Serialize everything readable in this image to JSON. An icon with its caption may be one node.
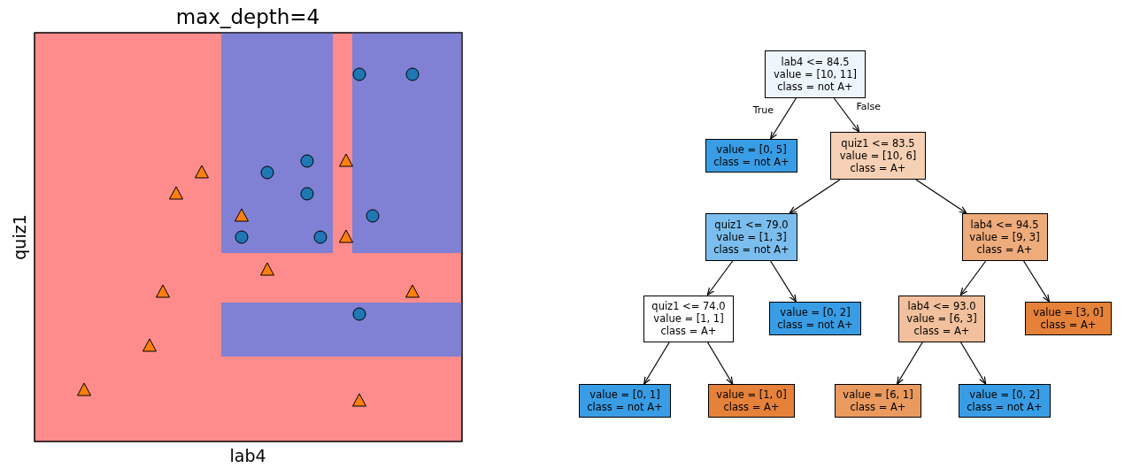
{
  "diagram": {
    "title": "max_depth=4",
    "nodes": [
      {
        "text": [
          "lab4 <= 84.5 value = [10, 11] class = not A+"
        ]
      },
      {
        "text": [
          "value = [0, 5] class = not A+"
        ]
      },
      {
        "text": [
          "quiz1 <= 83.5 value = [10, 6] class = A+"
        ]
      },
      {
        "text": [
          "quiz1 <= 79.0 value = [1, 3] class = not A+"
        ]
      },
      {
        "text": [
          "lab4 <= 94.5 value = [9, 3] class = A+"
        ]
      },
      {
        "text": [
          "quiz1 <= 74.0 value = [1, 1] class = A+"
        ]
      },
      {
        "text": [
          "value = [0, 2] class = not A+"
        ]
      },
      {
        "text": [
          "lab4 <= 93.0 value = [6, 3] class = A+"
        ]
      },
      {
        "text": [
          "value = [3, 0] class = A+"
        ]
      },
      {
        "text": [
          "value = [0, 1] class = not A+"
        ]
      },
      {
        "text": [
          "value = [1, 0] class = A+"
        ]
      },
      {
        "text": [
          "value = [6, 1] class = A+"
        ]
      },
      {
        "text": [
          "value = [0, 2] class = not A+"
        ]
      }
    ],
    "edges": [
      {
        "from": 0,
        "to": 1,
        "arrow": "to",
        "label": "True"
      },
      {
        "from": 0,
        "to": 2,
        "arrow": "to",
        "label": "False"
      },
      {
        "from": 2,
        "to": 3,
        "arrow": "to"
      },
      {
        "from": 2,
        "to": 4,
        "arrow": "to"
      },
      {
        "from": 3,
        "to": 5,
        "arrow": "to"
      },
      {
        "from": 3,
        "to": 6,
        "arrow": "to"
      },
      {
        "from": 4,
        "to": 7,
        "arrow": "to"
      },
      {
        "from": 4,
        "to": 8,
        "arrow": "to"
      },
      {
        "from": 5,
        "to": 9,
        "arrow": "to"
      },
      {
        "from": 5,
        "to": 10,
        "arrow": "to"
      },
      {
        "from": 7,
        "to": 11,
        "arrow": "to"
      },
      {
        "from": 7,
        "to": 12,
        "arrow": "to"
      }
    ],
    "labels": [
      "lab4",
      "quiz1"
    ]
  }
}
